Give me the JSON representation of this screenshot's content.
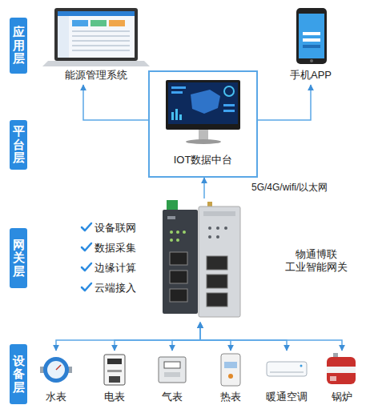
{
  "diagram": {
    "nodes": [
      {
        "text": [
          "应用层"
        ]
      },
      {
        "text": [
          "能源管理系统"
        ]
      },
      {
        "text": [
          "手机APP"
        ]
      },
      {
        "text": [
          "平台层"
        ]
      },
      {
        "text": [
          "IOT数据中台"
        ]
      },
      {
        "text": [
          "网关层"
        ]
      },
      {
        "text": [
          "物通博联 工业智能网关"
        ]
      },
      {
        "text": [
          "设备层"
        ]
      },
      {
        "text": [
          "水表"
        ]
      },
      {
        "text": [
          "电表"
        ]
      },
      {
        "text": [
          "气表"
        ]
      },
      {
        "text": [
          "热表"
        ]
      },
      {
        "text": [
          "暖通空调"
        ]
      },
      {
        "text": [
          "锅炉"
        ]
      }
    ],
    "edges": [
      {
        "from": 4,
        "to": 1,
        "arrow": "to"
      },
      {
        "from": 4,
        "to": 2,
        "arrow": "to"
      },
      {
        "from": 6,
        "to": 4,
        "arrow": "to",
        "label": "5G/4G/wifi/以太网"
      },
      {
        "from": 6,
        "to": 8,
        "arrow": "both"
      },
      {
        "from": 6,
        "to": 9,
        "arrow": "both"
      },
      {
        "from": 6,
        "to": 10,
        "arrow": "both"
      },
      {
        "from": 6,
        "to": 11,
        "arrow": "both"
      },
      {
        "from": 6,
        "to": 12,
        "arrow": "both"
      },
      {
        "from": 6,
        "to": 13,
        "arrow": "both"
      }
    ],
    "labels": [
      "设备联网",
      "数据采集",
      "边缘计算",
      "云端接入"
    ]
  }
}
